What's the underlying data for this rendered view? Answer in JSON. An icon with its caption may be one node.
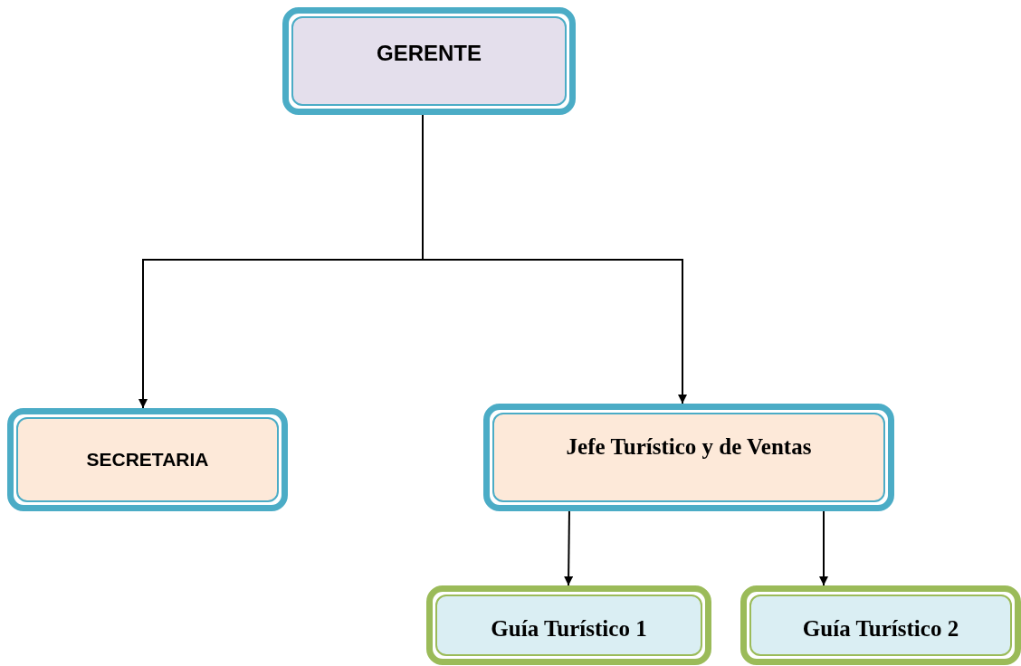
{
  "diagram": {
    "nodes": [
      {
        "text": [
          "GERENTE"
        ]
      },
      {
        "text": [
          "SECRETARIA"
        ]
      },
      {
        "text": [
          "Jefe Turístico y de Ventas"
        ]
      },
      {
        "text": [
          "Guía Turístico 1"
        ]
      },
      {
        "text": [
          "Guía Turístico 2"
        ]
      }
    ],
    "edges": [
      {
        "from": 0,
        "to": 1,
        "arrow": "to"
      },
      {
        "from": 0,
        "to": 2,
        "arrow": "to"
      },
      {
        "from": 2,
        "to": 3,
        "arrow": "to"
      },
      {
        "from": 2,
        "to": 4,
        "arrow": "to"
      }
    ]
  }
}
